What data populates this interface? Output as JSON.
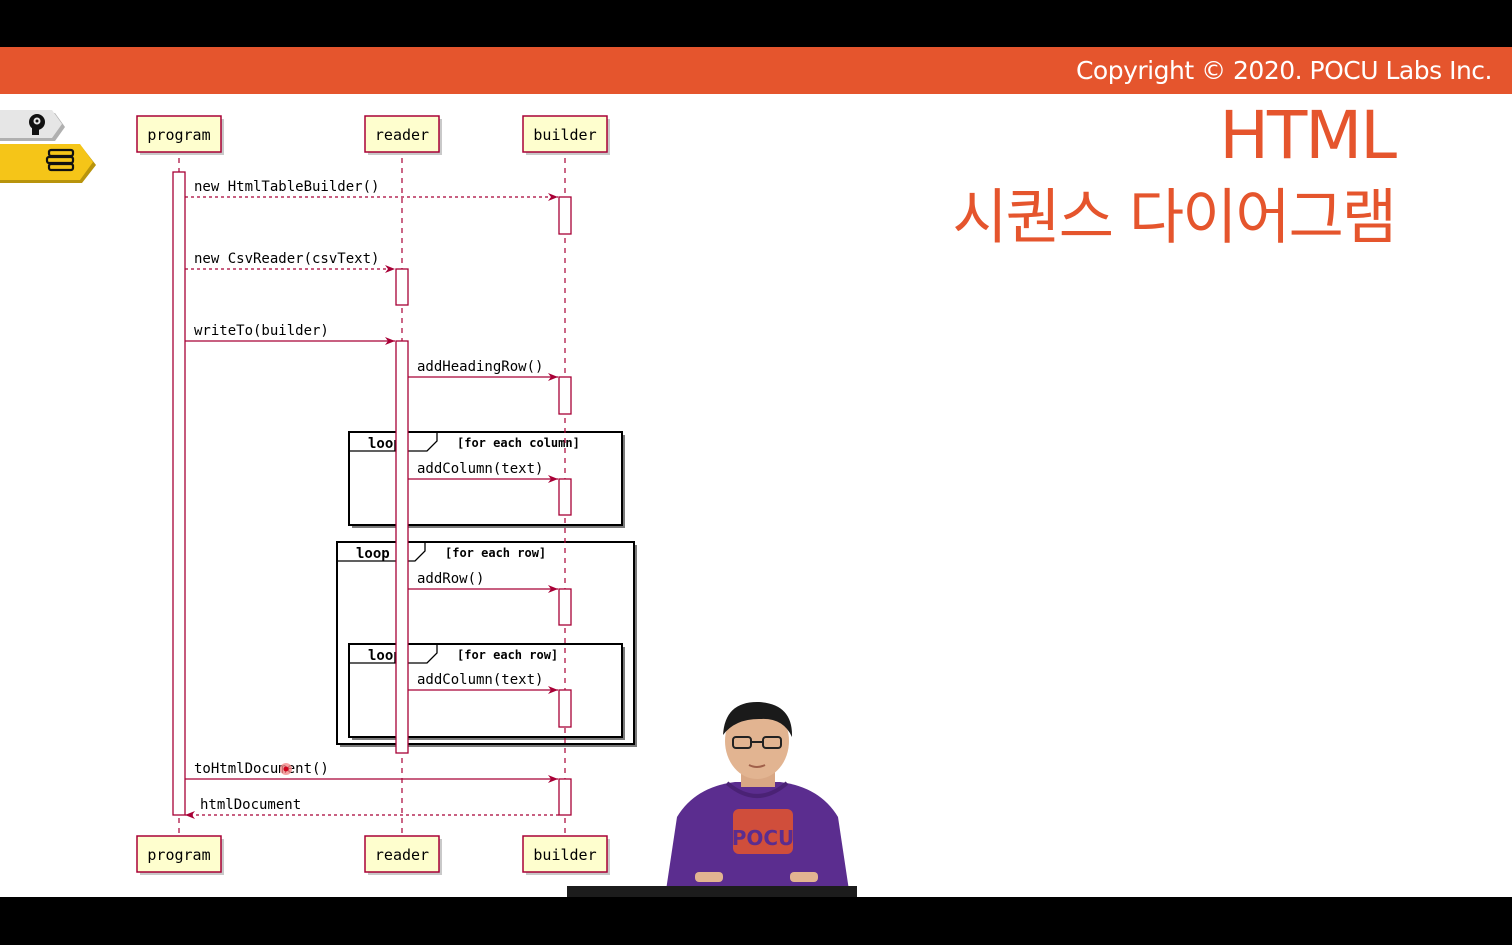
{
  "header": {
    "copyright": "Copyright © 2020. POCU Labs Inc.",
    "color": "#e5552d"
  },
  "slide": {
    "title_line1": "HTML",
    "title_line2": "시퀀스 다이어그램"
  },
  "side_tags": [
    {
      "icon": "brain-head-icon",
      "color": "#e6e6e6"
    },
    {
      "icon": "book-stack-icon",
      "color": "#f5c518"
    }
  ],
  "diagram": {
    "participants": [
      {
        "id": "program",
        "label": "program"
      },
      {
        "id": "reader",
        "label": "reader"
      },
      {
        "id": "builder",
        "label": "builder"
      }
    ],
    "messages": [
      {
        "from": "program",
        "to": "builder",
        "label": "new HtmlTableBuilder()",
        "style": "dashed"
      },
      {
        "from": "program",
        "to": "reader",
        "label": "new CsvReader(csvText)",
        "style": "dashed"
      },
      {
        "from": "program",
        "to": "reader",
        "label": "writeTo(builder)",
        "style": "solid"
      },
      {
        "from": "reader",
        "to": "builder",
        "label": "addHeadingRow()",
        "style": "solid"
      },
      {
        "from": "reader",
        "to": "builder",
        "label": "addColumn(text)",
        "style": "solid"
      },
      {
        "from": "reader",
        "to": "builder",
        "label": "addRow()",
        "style": "solid"
      },
      {
        "from": "reader",
        "to": "builder",
        "label": "addColumn(text)",
        "style": "solid"
      },
      {
        "from": "program",
        "to": "builder",
        "label": "toHtmlDocument()",
        "style": "solid"
      },
      {
        "from": "builder",
        "to": "program",
        "label": "htmlDocument",
        "style": "dashed"
      }
    ],
    "fragments": [
      {
        "keyword": "loop",
        "guard": "[for each column]"
      },
      {
        "keyword": "loop",
        "guard": "[for each row]"
      },
      {
        "keyword": "loop",
        "guard": "[for each row]"
      }
    ],
    "colors": {
      "participant_fill": "#fefece",
      "participant_border": "#a80036",
      "arrow": "#a80036"
    }
  },
  "presenter": {
    "shirt_text": "POCU"
  }
}
